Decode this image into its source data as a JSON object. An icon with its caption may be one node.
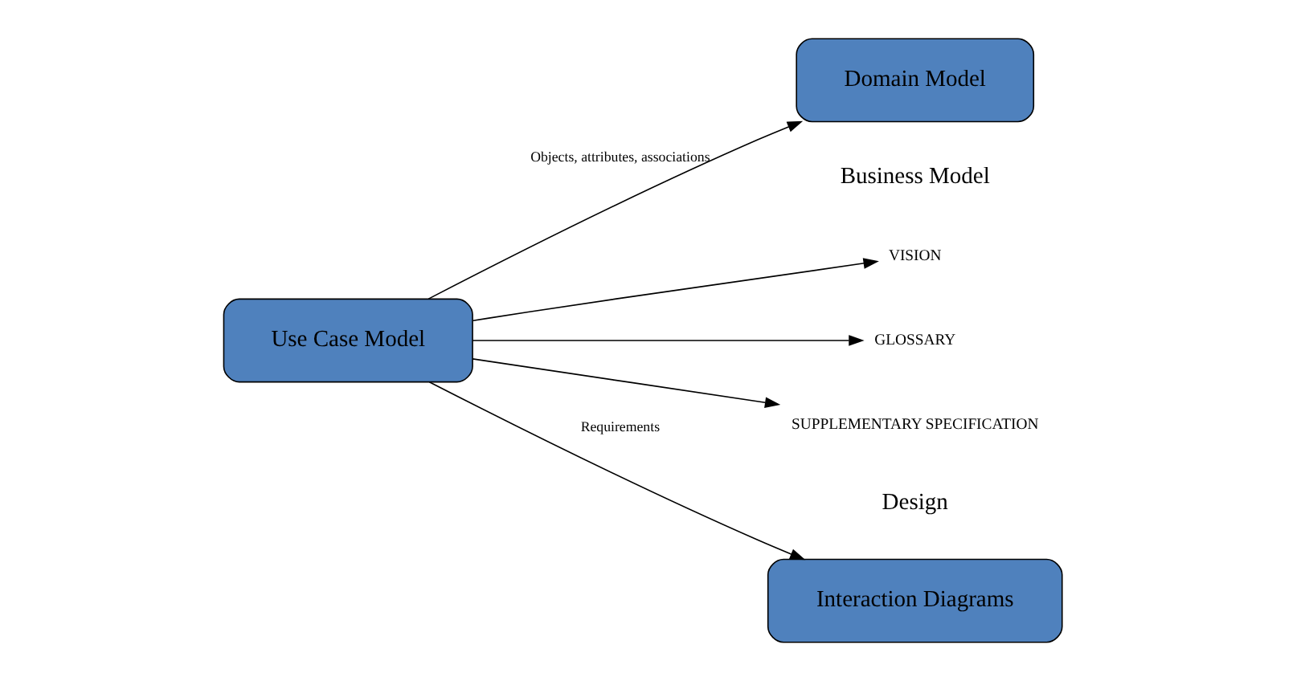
{
  "diagram": {
    "nodes": [
      {
        "text": [
          "Domain Model"
        ],
        "beside": [
          "Business Model"
        ]
      },
      {
        "text": [
          "Use Case Model"
        ]
      },
      {
        "text": [
          "VISION"
        ]
      },
      {
        "text": [
          "GLOSSARY"
        ]
      },
      {
        "text": [
          "SUPPLEMENTARY SPECIFICATION"
        ]
      },
      {
        "text": [
          "Interaction Diagrams"
        ],
        "beside": [
          "Design"
        ]
      }
    ],
    "edges": [
      {
        "from": 1,
        "to": 0,
        "arrow": "to",
        "label": "Objects, attributes, associations"
      },
      {
        "from": 1,
        "to": 2,
        "arrow": "to"
      },
      {
        "from": 1,
        "to": 3,
        "arrow": "to"
      },
      {
        "from": 1,
        "to": 4,
        "arrow": "to"
      },
      {
        "from": 1,
        "to": 5,
        "arrow": "to",
        "label": "Requirements"
      }
    ]
  }
}
